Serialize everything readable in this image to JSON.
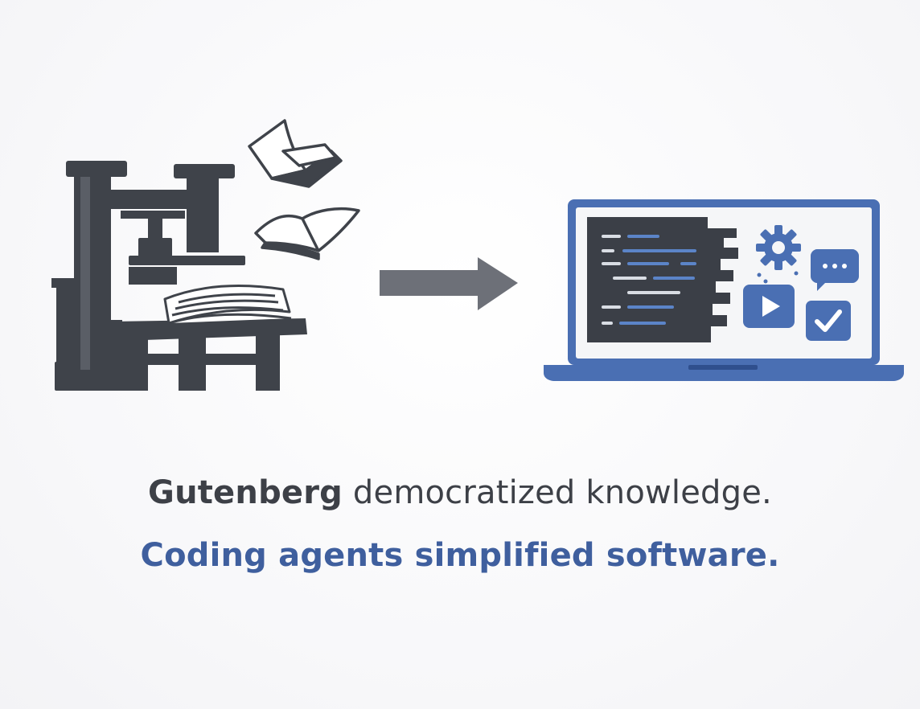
{
  "captions": {
    "line1_bold": "Gutenberg",
    "line1_rest": " democratized knowledge.",
    "line2": "Coding agents simplified software."
  },
  "colors": {
    "press_dark": "#3f434a",
    "arrow_gray": "#6d7078",
    "laptop_blue": "#4a6fb3",
    "screen_dark": "#3b3f47",
    "code_light": "#d9dde4",
    "code_blue": "#5b84c8",
    "caption_dark": "#3d4047",
    "caption_blue": "#3f5f9e",
    "background": "#fbfbfc"
  },
  "icons": {
    "left": "printing-press-icon",
    "middle": "arrow-right-icon",
    "right": "laptop-code-icon",
    "gear": "gear-icon",
    "chat": "chat-bubble-icon",
    "play": "play-icon",
    "check": "checkmark-icon",
    "pages": "flying-pages-icon"
  }
}
